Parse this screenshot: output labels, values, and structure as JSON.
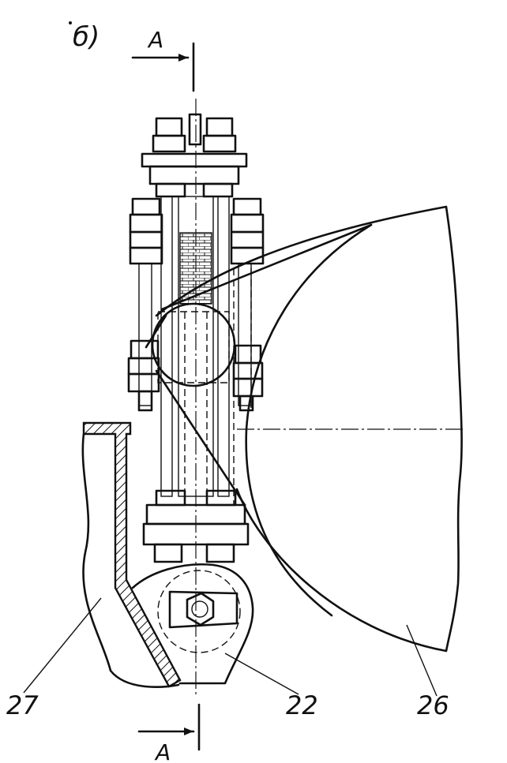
{
  "figure": {
    "view_label": "б)",
    "section_top_label": "А",
    "section_bottom_label": "А",
    "callouts": [
      {
        "id": "27",
        "text": "27"
      },
      {
        "id": "22",
        "text": "22"
      },
      {
        "id": "26",
        "text": "26"
      }
    ]
  }
}
